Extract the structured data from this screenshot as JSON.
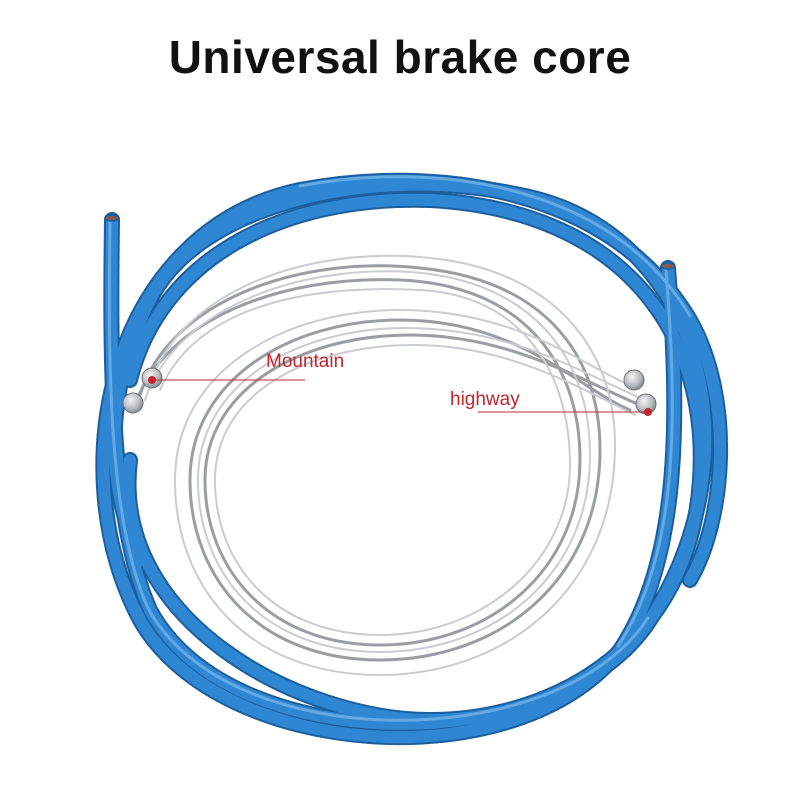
{
  "title": "Universal brake core",
  "callouts": {
    "mountain": "Mountain",
    "highway": "highway"
  },
  "colors": {
    "housing": "#2f86d3",
    "housing_highlight": "#7ab8ec",
    "housing_shadow": "#1c5f9e",
    "cable": "#c9ccd0",
    "cable_shadow": "#9a9ea3",
    "callout": "#c0272d"
  }
}
